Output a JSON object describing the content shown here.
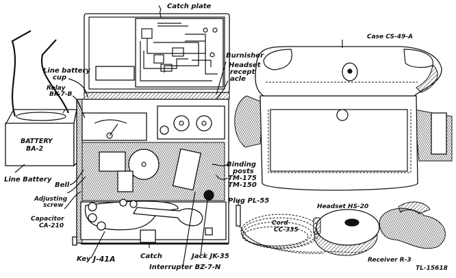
{
  "figure": {
    "id_label": "TL-15618",
    "subject": "Field telephone set with case, battery and headset"
  },
  "labels": {
    "catch_plate": "Catch plate",
    "line_battery_cup_1": "Line battery",
    "line_battery_cup_2": "cup",
    "relay_1": "Relay",
    "relay_2": "BK-7-B",
    "battery_1": "BATTERY",
    "battery_2": "BA-2",
    "line_battery": "Line Battery",
    "bell": "Bell",
    "adjusting_screw_1": "Adjusting",
    "adjusting_screw_2": "screw",
    "capacitor_1": "Capacitor",
    "capacitor_2": "CA-210",
    "key_1": "Key",
    "key_2": "J-41A",
    "catch": "Catch",
    "interrupter": "Interrupter BZ-7-N",
    "jack": "Jack JK-35",
    "burnisher": "Burnisher",
    "headset_receptacle_1": "Headset",
    "headset_receptacle_2": "recept",
    "headset_receptacle_3": "acle",
    "binding_posts_1": "Binding",
    "binding_posts_2": "posts",
    "binding_posts_3": "TM-175",
    "binding_posts_4": "TM-150",
    "plug": "Plug PL-55",
    "case": "Case CS-49-A",
    "headset": "Headset HS-20",
    "cord_1": "Cord",
    "cord_2": "CC-335",
    "receiver": "Receiver R-3"
  }
}
